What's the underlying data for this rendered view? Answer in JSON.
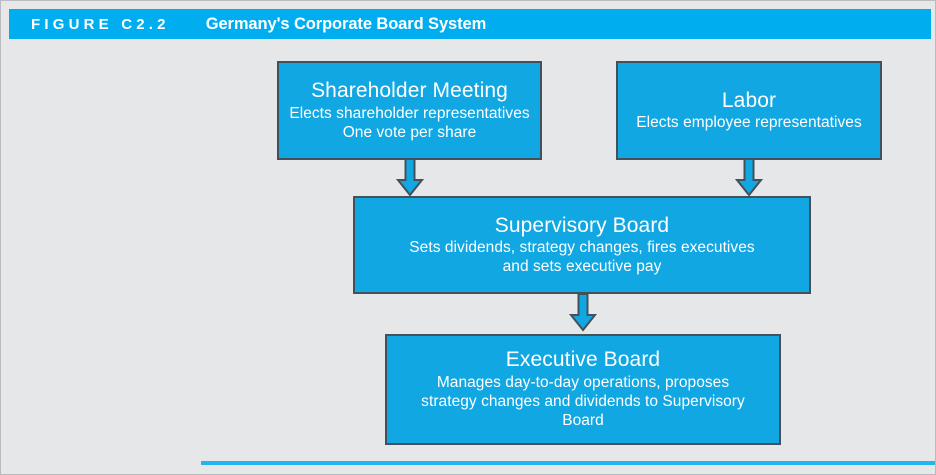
{
  "figure": {
    "label": "FIGURE C2.2",
    "title": "Germany's Corporate Board System",
    "header_color": "#00aeef",
    "background_color": "#e6e7e8",
    "box_fill_color": "#10a7e3",
    "box_border_color": "#44505a",
    "rule_color": "#22b5ee"
  },
  "boxes": [
    {
      "name": "shareholder-meeting",
      "title": "Shareholder Meeting",
      "desc_line_1": "Elects shareholder representatives",
      "desc_line_2": "One vote per share"
    },
    {
      "name": "labor",
      "title": "Labor",
      "desc_line_1": "Elects employee representatives"
    },
    {
      "name": "supervisory-board",
      "title": "Supervisory Board",
      "desc_line_1": "Sets dividends, strategy changes, fires executives",
      "desc_line_2": "and sets executive pay"
    },
    {
      "name": "executive-board",
      "title": "Executive Board",
      "desc_line_1": "Manages day-to-day operations, proposes",
      "desc_line_2": "strategy changes and dividends to Supervisory",
      "desc_line_3": "Board"
    }
  ],
  "arrows": [
    {
      "name": "shareholder-to-supervisory",
      "direction": "down"
    },
    {
      "name": "labor-to-supervisory",
      "direction": "down"
    },
    {
      "name": "supervisory-to-executive",
      "direction": "down"
    }
  ]
}
